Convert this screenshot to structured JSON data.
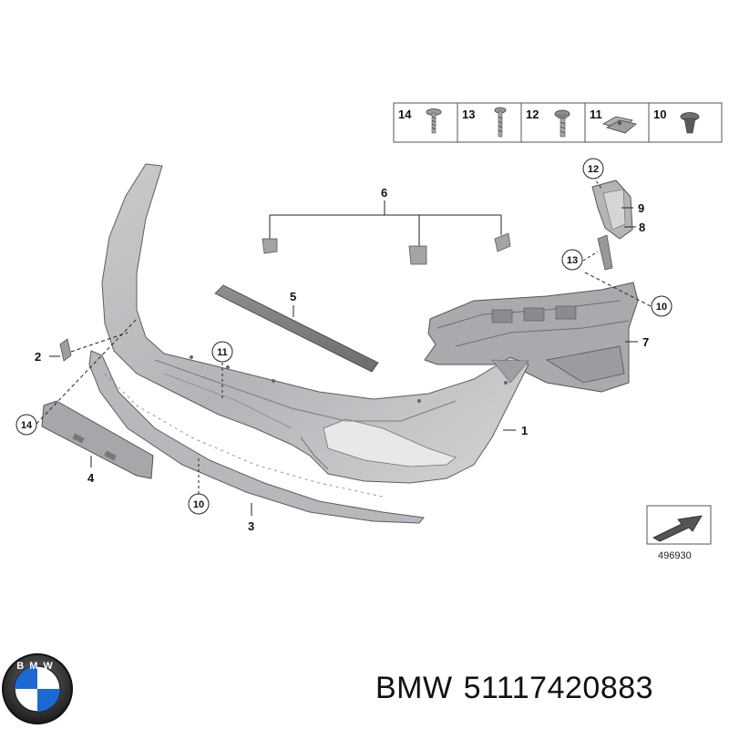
{
  "diagram_ref": "496930",
  "caption": {
    "brand": "BMW",
    "part_number": "51117420883"
  },
  "logo": {
    "text": "BMW"
  },
  "hardware_legend": [
    {
      "num": "14",
      "icon": "screw-flat-icon"
    },
    {
      "num": "13",
      "icon": "screw-long-icon"
    },
    {
      "num": "12",
      "icon": "screw-washer-icon"
    },
    {
      "num": "11",
      "icon": "clip-nut-icon"
    },
    {
      "num": "10",
      "icon": "push-rivet-icon"
    }
  ],
  "callouts": {
    "c1": "1",
    "c2": "2",
    "c3": "3",
    "c4": "4",
    "c5": "5",
    "c6": "6",
    "c7": "7",
    "c8": "8",
    "c9": "9",
    "c10a": "10",
    "c10b": "10",
    "c11": "11",
    "c12": "12",
    "c13": "13",
    "c14": "14"
  }
}
